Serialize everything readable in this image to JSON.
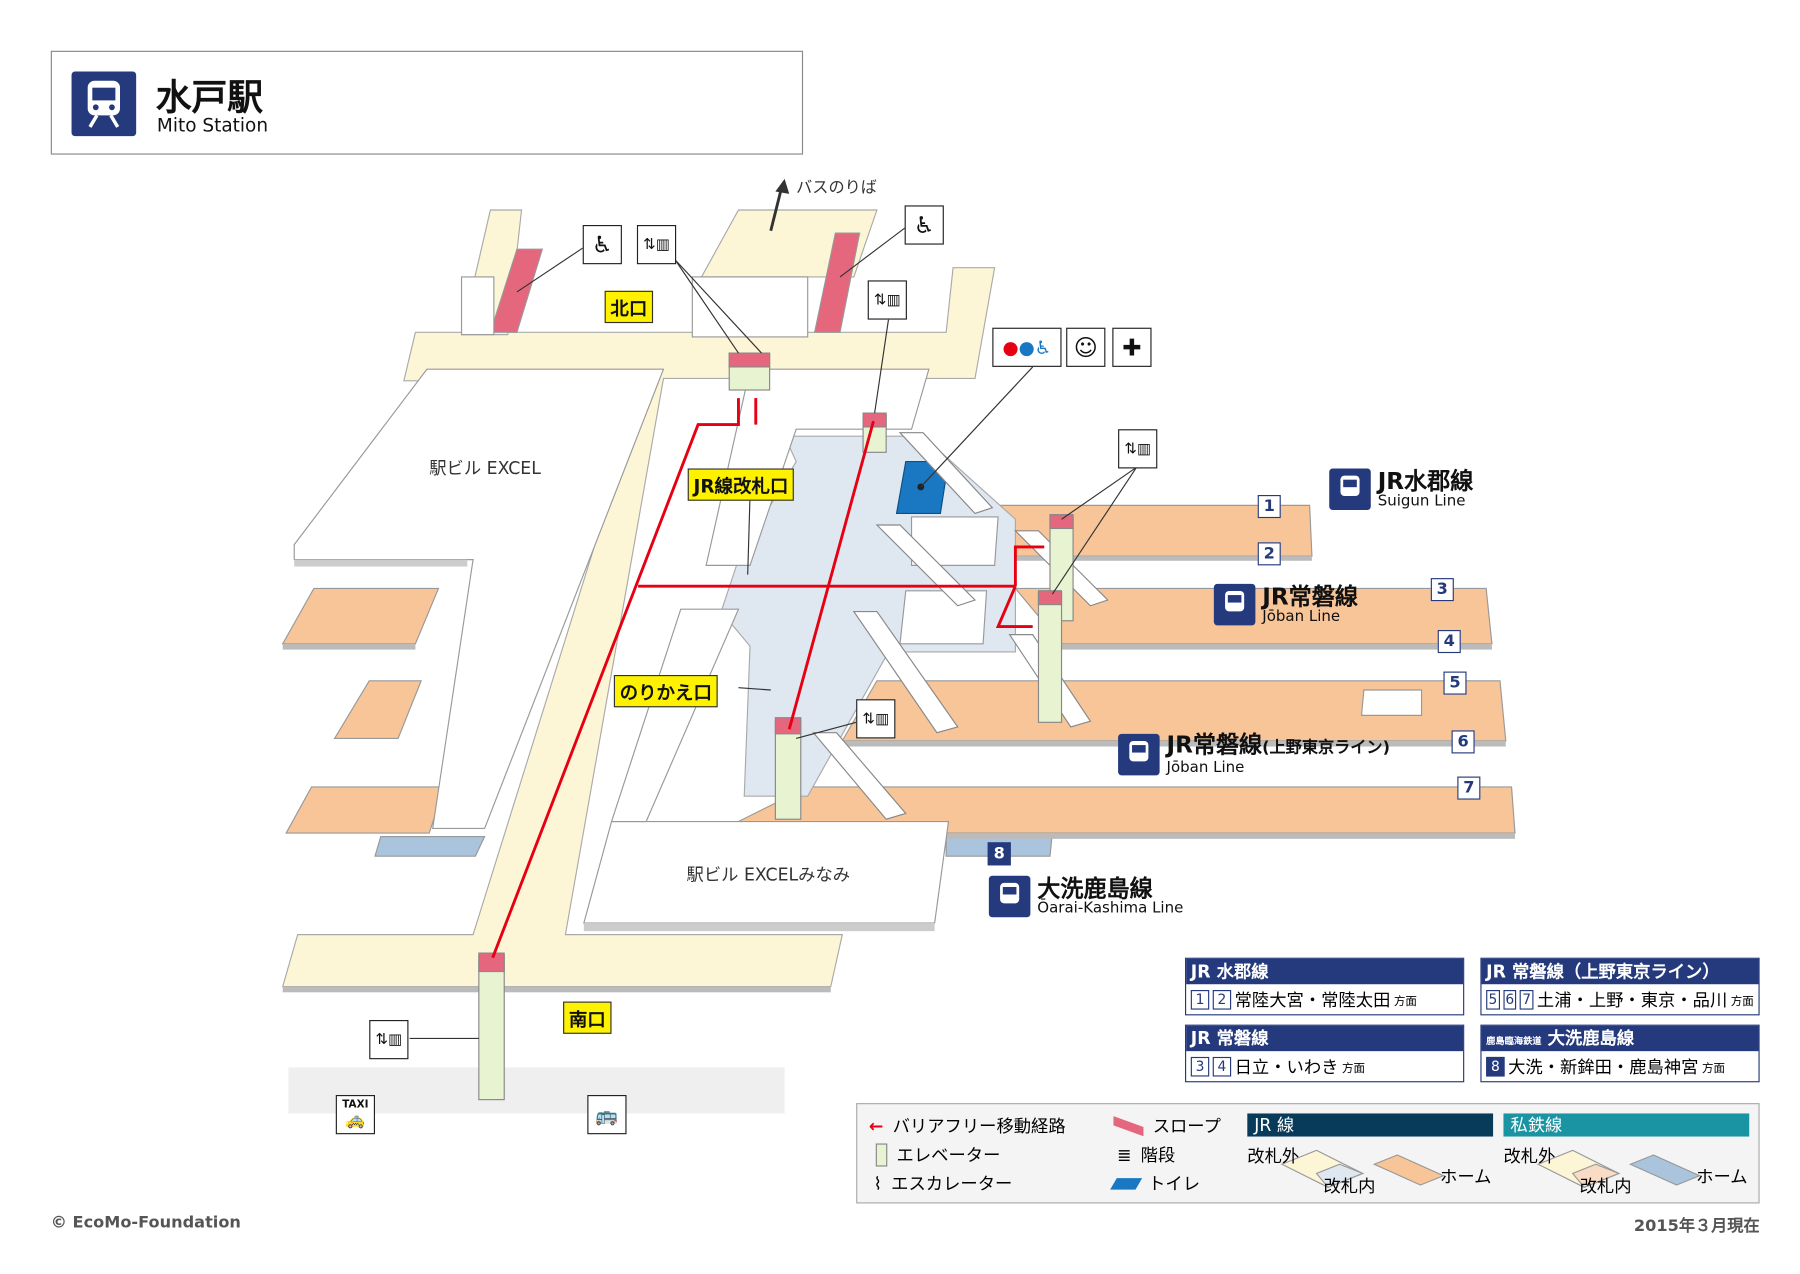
{
  "header": {
    "title_jp": "水戸駅",
    "title_en": "Mito Station"
  },
  "map": {
    "bus_label": "バスのりば",
    "north_exit": "北口",
    "south_exit": "南口",
    "jr_gate": "JR線改札口",
    "transfer_gate": "のりかえ口",
    "building_north": "駅ビル EXCEL",
    "building_south": "駅ビル EXCELみなみ",
    "platform_numbers": [
      "1",
      "2",
      "3",
      "4",
      "5",
      "6",
      "7",
      "8"
    ],
    "taxi_label": "TAXI",
    "lines": [
      {
        "jp": "JR水郡線",
        "en": "Suigun Line"
      },
      {
        "jp": "JR常磐線",
        "en": "Jōban Line"
      },
      {
        "jp": "JR常磐線",
        "jp_sub": "(上野東京ライン)",
        "en": "Jōban Line"
      },
      {
        "jp": "大洗鹿島線",
        "en": "Ōarai-Kashima Line"
      }
    ]
  },
  "destinations": [
    {
      "header": "水郡線",
      "nums": [
        "1",
        "2"
      ],
      "text": "常陸大宮・常陸太田",
      "suffix": "方面"
    },
    {
      "header": "常磐線（上野東京ライン）",
      "nums": [
        "5",
        "6",
        "7"
      ],
      "text": "土浦・上野・東京・品川",
      "suffix": "方面"
    },
    {
      "header": "常磐線",
      "nums": [
        "3",
        "4"
      ],
      "text": "日立・いわき",
      "suffix": "方面"
    },
    {
      "header_small": "鹿島臨海鉄道",
      "header": "大洗鹿島線",
      "nums": [
        "8"
      ],
      "text": "大洗・新鉾田・鹿島神宮",
      "suffix": "方面"
    }
  ],
  "jr_logo": "JR",
  "legend": {
    "barrier_free": "バリアフリー移動経路",
    "elevator": "エレベーター",
    "escalator": "エスカレーター",
    "slope": "スロープ",
    "stairs": "階段",
    "toilet": "トイレ",
    "jr": "JR 線",
    "private": "私鉄線",
    "outside": "改札外",
    "inside": "改札内",
    "platform": "ホーム"
  },
  "footer": {
    "copyright": "© EcoMo-Foundation",
    "date": "2015年３月現在"
  },
  "colors": {
    "navy": "#253a7c",
    "concourse": "#fdf6d6",
    "platform_jr": "#f7c598",
    "platform_private": "#a9c4dc",
    "route": "#e60012",
    "inside": "#dfe7f1"
  }
}
